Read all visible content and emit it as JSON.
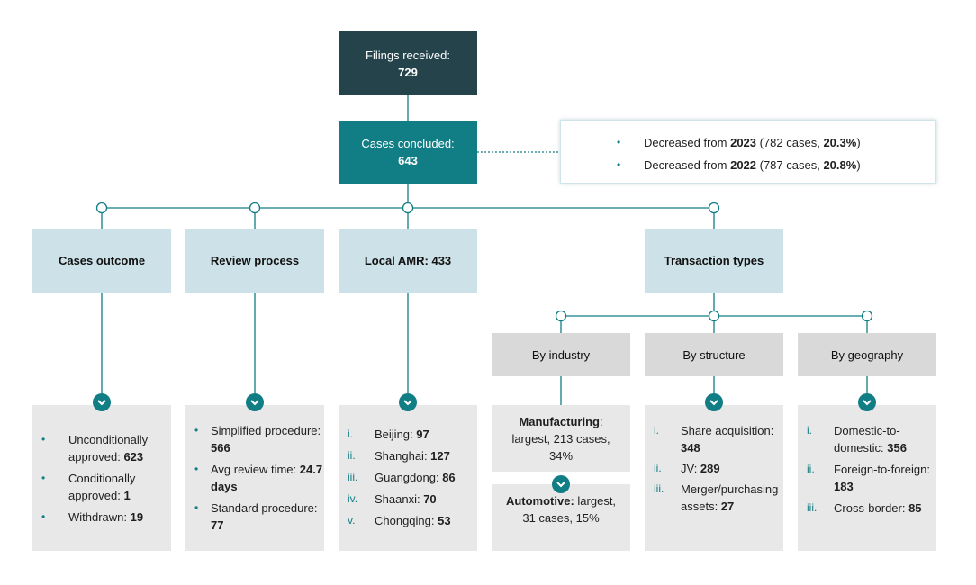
{
  "top": {
    "label": "Filings received:",
    "value": "729"
  },
  "concluded": {
    "label": "Cases concluded:",
    "value": "643"
  },
  "note": {
    "items": [
      {
        "pre": "Decreased from ",
        "year": "2023",
        "mid": " (782 cases, ",
        "pct": "20.3%",
        "post": ")"
      },
      {
        "pre": "Decreased from ",
        "year": "2022",
        "mid": " (787 cases, ",
        "pct": "20.8%",
        "post": ")"
      }
    ]
  },
  "categories": {
    "outcome": "Cases outcome",
    "review": "Review process",
    "local": "Local AMR: 433",
    "transaction": "Transaction types"
  },
  "subcategories": {
    "industry": "By industry",
    "structure": "By structure",
    "geography": "By geography"
  },
  "outcome_items": [
    {
      "text": "Unconditionally approved: ",
      "bold": "623"
    },
    {
      "text": "Conditionally approved: ",
      "bold": "1"
    },
    {
      "text": "Withdrawn: ",
      "bold": "19"
    }
  ],
  "review_items": [
    {
      "text": "Simplified procedure: ",
      "bold": "566"
    },
    {
      "text": "Avg review time: ",
      "bold": "24.7 days"
    },
    {
      "text": "Standard procedure: ",
      "bold": "77"
    }
  ],
  "local_items": [
    {
      "num": "i.",
      "text": "Beijing: ",
      "bold": "97"
    },
    {
      "num": "ii.",
      "text": "Shanghai: ",
      "bold": "127"
    },
    {
      "num": "iii.",
      "text": "Guangdong: ",
      "bold": "86"
    },
    {
      "num": "iv.",
      "text": "Shaanxi: ",
      "bold": "70"
    },
    {
      "num": "v.",
      "text": "Chongqing: ",
      "bold": "53"
    }
  ],
  "industry_items": [
    {
      "bold": "Manufacturing",
      "text": ": largest, 213 cases, 34%"
    },
    {
      "bold": "Automotive:",
      "text": " largest, 31 cases, 15%"
    }
  ],
  "structure_items": [
    {
      "num": "i.",
      "text": "Share acquisition: ",
      "bold": "348"
    },
    {
      "num": "ii.",
      "text": "JV: ",
      "bold": "289"
    },
    {
      "num": "iii.",
      "text": "Merger/purchasing assets: ",
      "bold": "27"
    }
  ],
  "geography_items": [
    {
      "num": "i.",
      "text": "Domestic-to-domestic: ",
      "bold": "356"
    },
    {
      "num": "ii.",
      "text": "Foreign-to-foreign: ",
      "bold": "183"
    },
    {
      "num": "iii.",
      "text": "Cross-border: ",
      "bold": "85"
    }
  ],
  "colors": {
    "dark": "#24434b",
    "teal": "#117d84",
    "light_blue": "#cde2e8",
    "grey": "#d9d9d9",
    "panel": "#e8e8e8"
  },
  "bullet_glyph": "•"
}
